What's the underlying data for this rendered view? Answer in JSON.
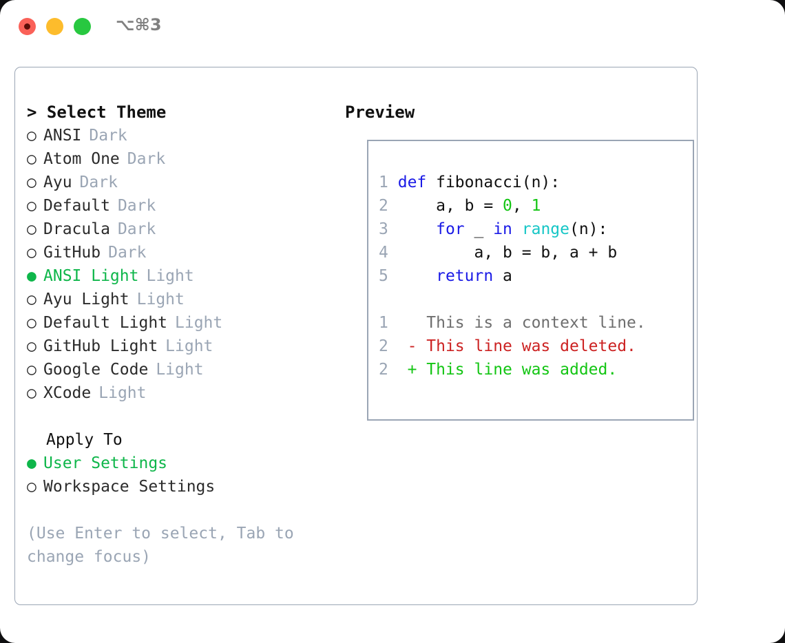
{
  "window": {
    "shortcut": "⌥⌘3",
    "traffic_lights": [
      {
        "name": "close",
        "color": "#fa6158"
      },
      {
        "name": "minimize",
        "color": "#fdbc2c"
      },
      {
        "name": "maximize",
        "color": "#28c840"
      }
    ]
  },
  "theme_panel": {
    "title": "> Select Theme",
    "themes": [
      {
        "bullet": "○",
        "name": "ANSI",
        "tag": "Dark",
        "selected": false
      },
      {
        "bullet": "○",
        "name": "Atom One",
        "tag": "Dark",
        "selected": false
      },
      {
        "bullet": "○",
        "name": "Ayu",
        "tag": "Dark",
        "selected": false
      },
      {
        "bullet": "○",
        "name": "Default",
        "tag": "Dark",
        "selected": false
      },
      {
        "bullet": "○",
        "name": "Dracula",
        "tag": "Dark",
        "selected": false
      },
      {
        "bullet": "○",
        "name": "GitHub",
        "tag": "Dark",
        "selected": false
      },
      {
        "bullet": "●",
        "name": "ANSI Light",
        "tag": "Light",
        "selected": true
      },
      {
        "bullet": "○",
        "name": "Ayu Light",
        "tag": "Light",
        "selected": false
      },
      {
        "bullet": "○",
        "name": "Default Light",
        "tag": "Light",
        "selected": false
      },
      {
        "bullet": "○",
        "name": "GitHub Light",
        "tag": "Light",
        "selected": false
      },
      {
        "bullet": "○",
        "name": "Google Code",
        "tag": "Light",
        "selected": false
      },
      {
        "bullet": "○",
        "name": "XCode",
        "tag": "Light",
        "selected": false
      }
    ]
  },
  "apply_to": {
    "title": "Apply To",
    "options": [
      {
        "bullet": "●",
        "label": "User Settings",
        "selected": true
      },
      {
        "bullet": "○",
        "label": "Workspace Settings",
        "selected": false
      }
    ]
  },
  "hint": "(Use Enter to select, Tab to change focus)",
  "preview": {
    "title": "Preview",
    "code_lines": [
      {
        "no": "1",
        "tokens": [
          {
            "t": "def",
            "c": "kw"
          },
          {
            "t": " fibonacci(n):",
            "c": "plain"
          }
        ]
      },
      {
        "no": "2",
        "tokens": [
          {
            "t": "    a, b = ",
            "c": "plain"
          },
          {
            "t": "0",
            "c": "num"
          },
          {
            "t": ", ",
            "c": "plain"
          },
          {
            "t": "1",
            "c": "num"
          }
        ]
      },
      {
        "no": "3",
        "tokens": [
          {
            "t": "    ",
            "c": "plain"
          },
          {
            "t": "for",
            "c": "kw"
          },
          {
            "t": " _ ",
            "c": "plain"
          },
          {
            "t": "in",
            "c": "kw"
          },
          {
            "t": " ",
            "c": "plain"
          },
          {
            "t": "range",
            "c": "fn"
          },
          {
            "t": "(n):",
            "c": "plain"
          }
        ]
      },
      {
        "no": "4",
        "tokens": [
          {
            "t": "        a, b = b, a + b",
            "c": "plain"
          }
        ]
      },
      {
        "no": "5",
        "tokens": [
          {
            "t": "    ",
            "c": "plain"
          },
          {
            "t": "return",
            "c": "kw"
          },
          {
            "t": " a",
            "c": "plain"
          }
        ]
      }
    ],
    "diff_lines": [
      {
        "no": "1",
        "marker": "  ",
        "text": "This is a context line.",
        "kind": "ctx"
      },
      {
        "no": "2",
        "marker": "- ",
        "text": "This line was deleted.",
        "kind": "del"
      },
      {
        "no": "2",
        "marker": "+ ",
        "text": "This line was added.",
        "kind": "add"
      }
    ]
  },
  "colors": {
    "accent_green": "#0eb64a",
    "muted": "#9aa5b4",
    "keyword_blue": "#1a1ae6",
    "function_cyan": "#16c6c6",
    "number_green": "#13c513",
    "diff_delete": "#cc2222",
    "diff_add": "#13c513",
    "border": "#9aa5b4"
  }
}
